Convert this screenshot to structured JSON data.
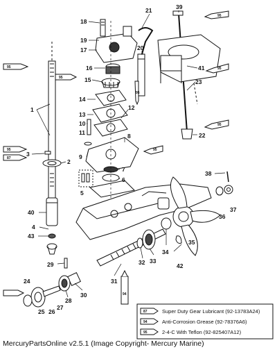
{
  "callouts": [
    {
      "id": "18",
      "label": "18"
    },
    {
      "id": "19",
      "label": "19"
    },
    {
      "id": "17",
      "label": "17"
    },
    {
      "id": "21",
      "label": "21"
    },
    {
      "id": "39",
      "label": "39"
    },
    {
      "id": "20",
      "label": "20"
    },
    {
      "id": "16",
      "label": "16"
    },
    {
      "id": "15",
      "label": "15"
    },
    {
      "id": "41",
      "label": "41"
    },
    {
      "id": "23",
      "label": "23"
    },
    {
      "id": "14",
      "label": "14"
    },
    {
      "id": "13",
      "label": "13"
    },
    {
      "id": "12",
      "label": "12"
    },
    {
      "id": "10",
      "label": "10"
    },
    {
      "id": "11",
      "label": "11"
    },
    {
      "id": "1",
      "label": "1"
    },
    {
      "id": "8",
      "label": "8"
    },
    {
      "id": "22",
      "label": "22"
    },
    {
      "id": "3",
      "label": "3"
    },
    {
      "id": "2",
      "label": "2"
    },
    {
      "id": "9",
      "label": "9"
    },
    {
      "id": "7",
      "label": "7"
    },
    {
      "id": "6",
      "label": "6"
    },
    {
      "id": "5",
      "label": "5"
    },
    {
      "id": "38",
      "label": "38"
    },
    {
      "id": "40",
      "label": "40"
    },
    {
      "id": "37",
      "label": "37"
    },
    {
      "id": "36",
      "label": "36"
    },
    {
      "id": "4",
      "label": "4"
    },
    {
      "id": "43",
      "label": "43"
    },
    {
      "id": "35",
      "label": "35"
    },
    {
      "id": "34",
      "label": "34"
    },
    {
      "id": "33",
      "label": "33"
    },
    {
      "id": "32",
      "label": "32"
    },
    {
      "id": "42",
      "label": "42"
    },
    {
      "id": "29",
      "label": "29"
    },
    {
      "id": "31",
      "label": "31"
    },
    {
      "id": "24",
      "label": "24"
    },
    {
      "id": "25",
      "label": "25"
    },
    {
      "id": "26",
      "label": "26"
    },
    {
      "id": "27",
      "label": "27"
    },
    {
      "id": "28",
      "label": "28"
    },
    {
      "id": "30",
      "label": "30"
    }
  ],
  "lubricant_tubes": [
    {
      "id": "t95a",
      "code": "95"
    },
    {
      "id": "t95b",
      "code": "95"
    },
    {
      "id": "t95c",
      "code": "95"
    },
    {
      "id": "t95d",
      "code": "95"
    },
    {
      "id": "t95e",
      "code": "95"
    },
    {
      "id": "t95f",
      "code": "95"
    },
    {
      "id": "t95g",
      "code": "95"
    },
    {
      "id": "t87a",
      "code": "87"
    },
    {
      "id": "t95h",
      "code": "95"
    },
    {
      "id": "t94",
      "code": "94"
    }
  ],
  "legend": [
    {
      "code": "87",
      "text": "Super Duty Gear Lubricant (92-13783A24)"
    },
    {
      "code": "94",
      "text": "Anti-Corrosion Grease (92-78376A6)"
    },
    {
      "code": "95",
      "text": "2-4-C  With Teflon (92-825407A12)"
    }
  ],
  "footer": "MercuryPartsOnline v2.5.1 (Image Copyright- Mercury Marine)"
}
